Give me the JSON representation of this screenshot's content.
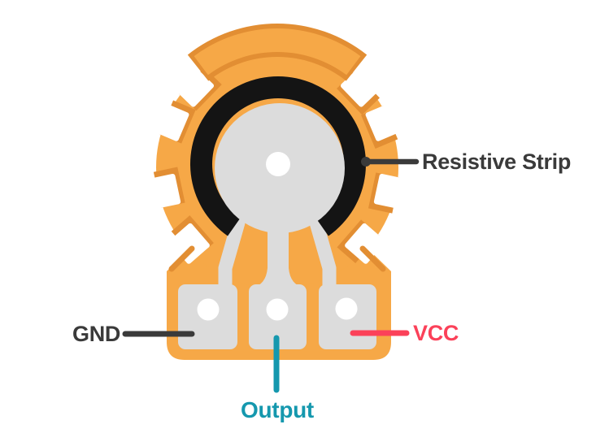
{
  "colors": {
    "background": "#FFFFFF",
    "body": "#F6A847",
    "body_shade": "#E28E33",
    "strip": "#141414",
    "pad": "#DCDCDC",
    "hole": "#FFFFFF",
    "vcc": "#FB4159",
    "output": "#1598AE",
    "label": "#3A3A3A"
  },
  "labels": {
    "resistive_strip": "Resistive Strip",
    "gnd": "GND",
    "vcc": "VCC",
    "output": "Output"
  }
}
